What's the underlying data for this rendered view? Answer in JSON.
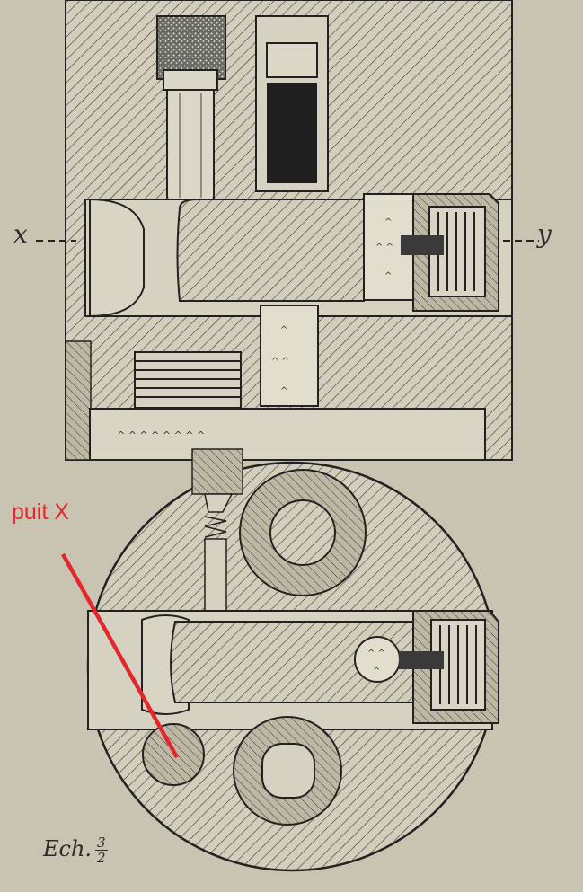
{
  "labels": {
    "x_marker": "x",
    "y_marker": "y",
    "callout": "puit X",
    "scale_prefix": "Ech.",
    "scale_numerator": "3",
    "scale_denominator": "2"
  },
  "colors": {
    "paper": "#c9c4b1",
    "ink": "#2a2a2a",
    "callout": "#e5262d"
  }
}
